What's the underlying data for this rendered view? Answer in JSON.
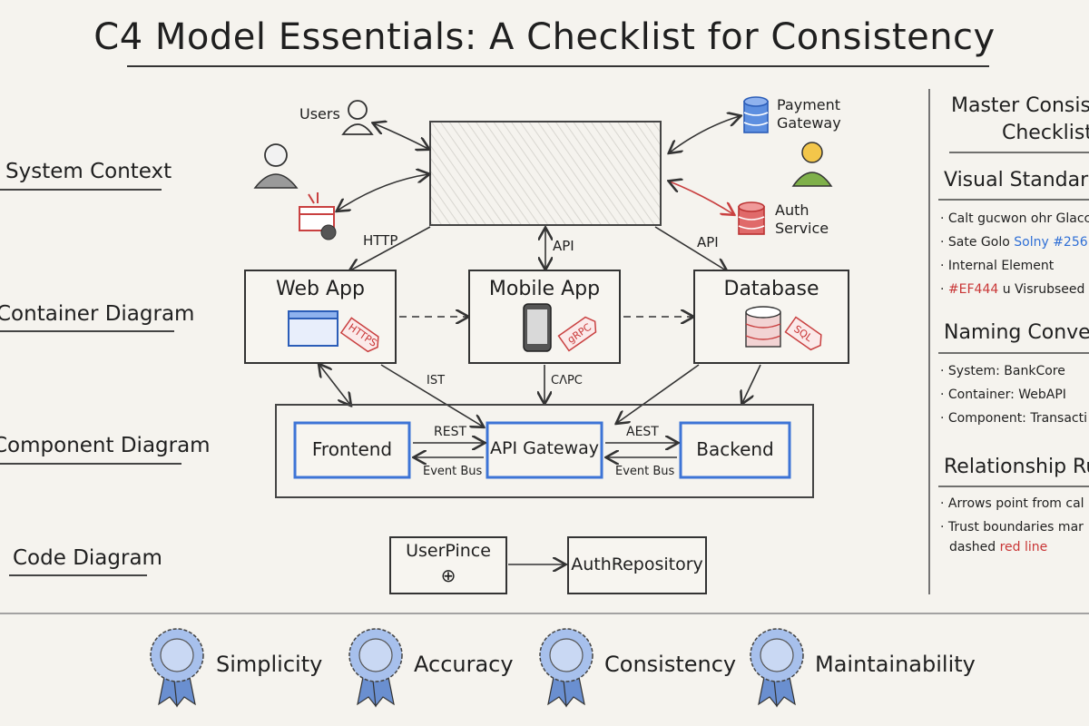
{
  "title": "C4 Model Essentials: A Checklist for Consistency",
  "levels": {
    "system_context": "System Context",
    "container": "Container Diagram",
    "component": "Component Diagram",
    "code": "Code Diagram"
  },
  "context": {
    "users": "Users",
    "payment_gateway_line1": "Payment",
    "payment_gateway_line2": "Gateway",
    "auth_service_line1": "Auth",
    "auth_service_line2": "Service"
  },
  "edges": {
    "http": "HTTP",
    "api_left": "API",
    "api_right": "API",
    "ist": "IST",
    "cnpc": "CΛPC",
    "rest": "REST",
    "event_bus_left": "Event Bus",
    "aest": "AEST",
    "event_bus_right": "Event Bus"
  },
  "containers": {
    "web_app": "Web App",
    "web_app_tag": "HTTPS",
    "mobile_app": "Mobile App",
    "mobile_app_tag": "gRPC",
    "database": "Database",
    "database_tag": "SQL"
  },
  "components": {
    "frontend": "Frontend",
    "api_gateway": "API Gateway",
    "backend": "Backend"
  },
  "code": {
    "user_pince": "UserPince",
    "user_pince_symbol": "⊕",
    "auth_repository": "AuthRepository"
  },
  "checklist": {
    "title_line1": "Master Consis",
    "title_line2": "Checklist",
    "visual_standards": {
      "heading": "Visual Standard",
      "items": [
        "Calt gucwon ohr Glacc",
        "Sate Golo Solny #256",
        "Internal Element",
        "#EF444 u Visrubseed"
      ],
      "item2_plain": "Sate Golo ",
      "item2_blue": "Solny #256",
      "item4_red": "#EF444",
      "item4_plain": " u Visrubseed"
    },
    "naming_conventions": {
      "heading": "Naming Convent",
      "items": [
        "System: BankCore",
        "Container: WebAPI",
        "Component: Transacti"
      ]
    },
    "relationship_rules": {
      "heading": "Relationship Rul",
      "item1": "Arrows point from cal",
      "item2_line1": "Trust boundaries mar",
      "item2_line2_plain": "dashed ",
      "item2_line2_red": "red line"
    }
  },
  "principles": [
    "Simplicity",
    "Accuracy",
    "Consistency",
    "Maintainability"
  ],
  "colors": {
    "accent_blue": "#3d74d6",
    "accent_red": "#d64545",
    "box_fill": "#f7f5f0",
    "ink": "#222222"
  },
  "icons": {
    "users": "person-icon",
    "payment_gateway": "database-icon",
    "auth_service": "database-icon",
    "web_app": "browser-window-icon",
    "mobile_app": "smartphone-icon",
    "database": "database-icon",
    "principle": "rosette-badge-icon"
  }
}
